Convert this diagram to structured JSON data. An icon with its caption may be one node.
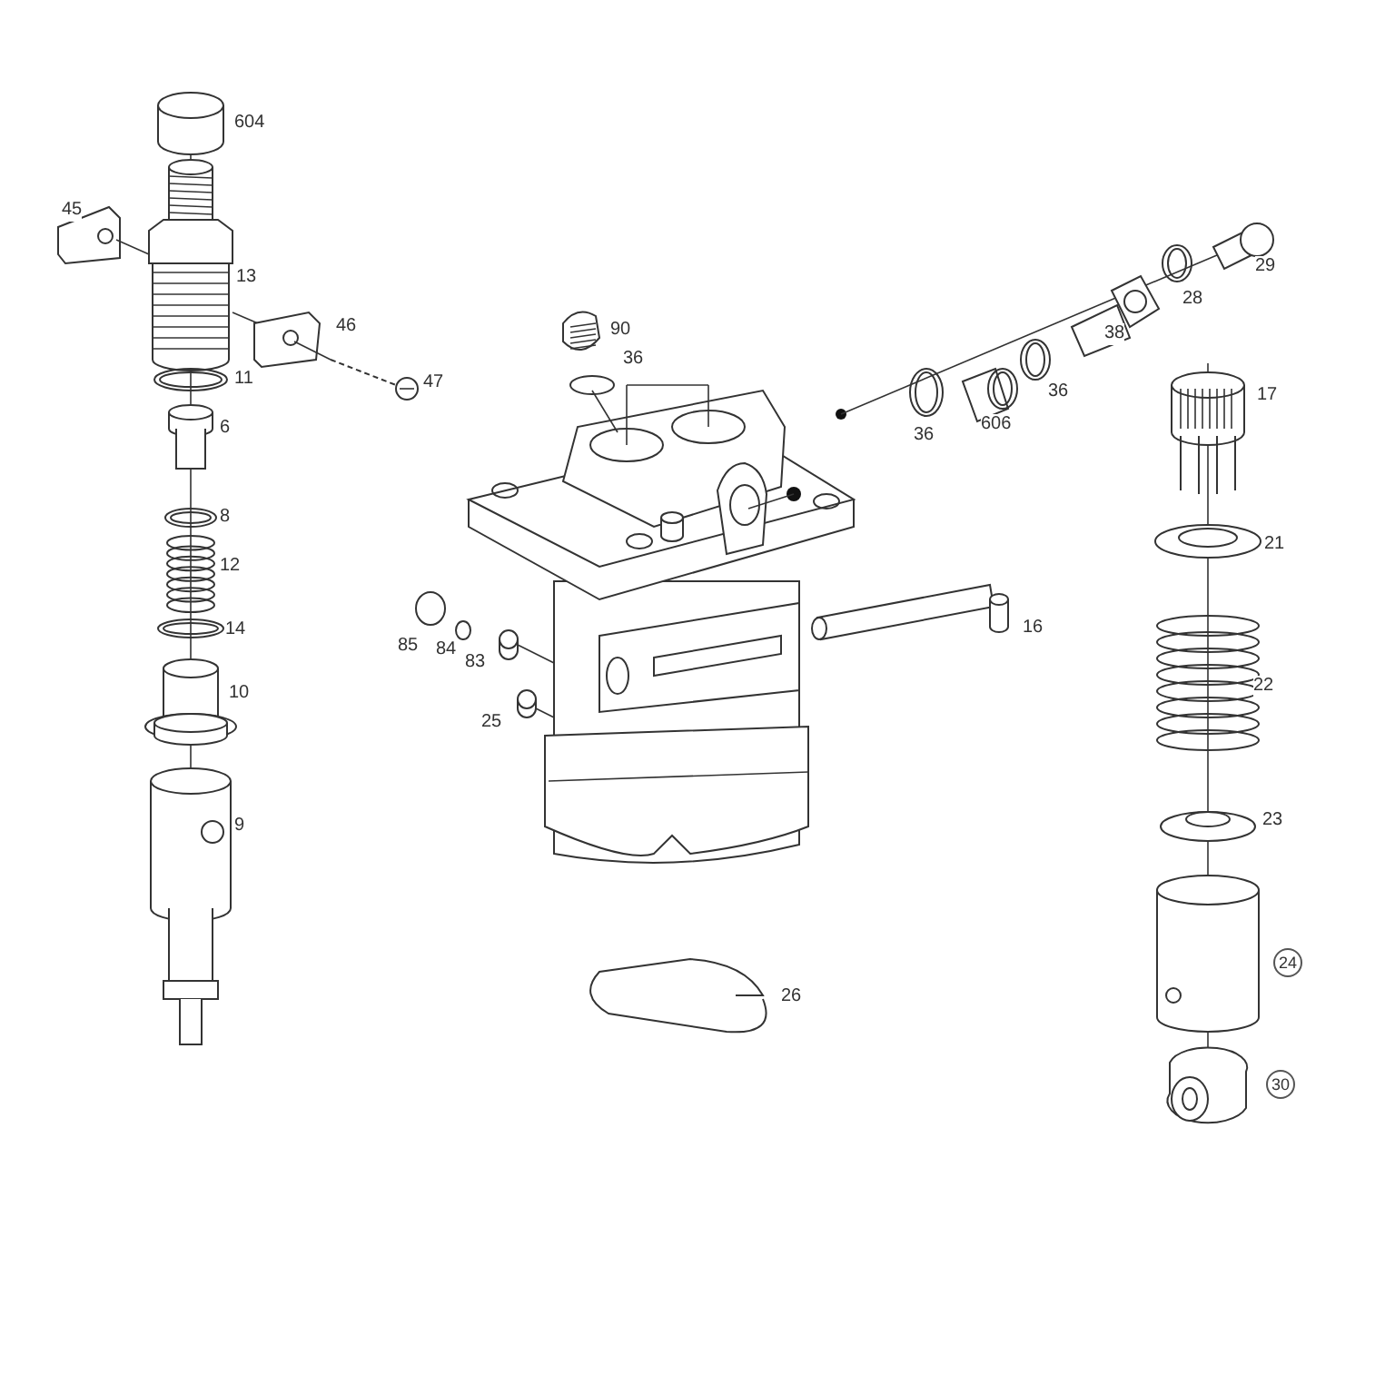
{
  "diagram": {
    "labels": [
      "604",
      "45",
      "29",
      "13",
      "28",
      "46",
      "90",
      "38",
      "36",
      "36",
      "11",
      "47",
      "606",
      "17",
      "36",
      "6",
      "8",
      "21",
      "12",
      "14",
      "16",
      "85",
      "84",
      "83",
      "22",
      "10",
      "25",
      "23",
      "9",
      "24",
      "26",
      "30"
    ]
  }
}
